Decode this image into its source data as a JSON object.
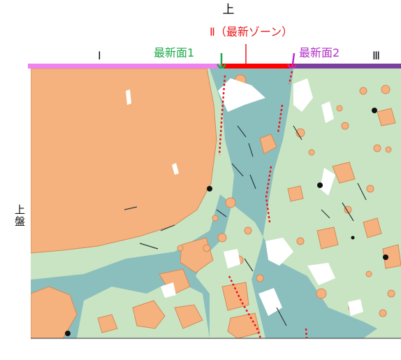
{
  "labels": {
    "top": "上",
    "zone2": "Ⅱ（最新ゾーン）",
    "zone1": "Ⅰ",
    "zone3": "Ⅲ",
    "face1": "最新面1",
    "face2": "最新面2",
    "side": "上盤"
  },
  "colors": {
    "zone1_bar": "#ee82ee",
    "zone2_bar": "#ff0000",
    "zone3_bar": "#7b3f9e",
    "face1_arrow": "#1daa48",
    "face2_arrow": "#b22fc8",
    "orange_rock": "#f5b27e",
    "teal_gouge": "#8bbfbe",
    "green_zone": "#c9e4c2",
    "boundary_dots": "#e8191e"
  }
}
